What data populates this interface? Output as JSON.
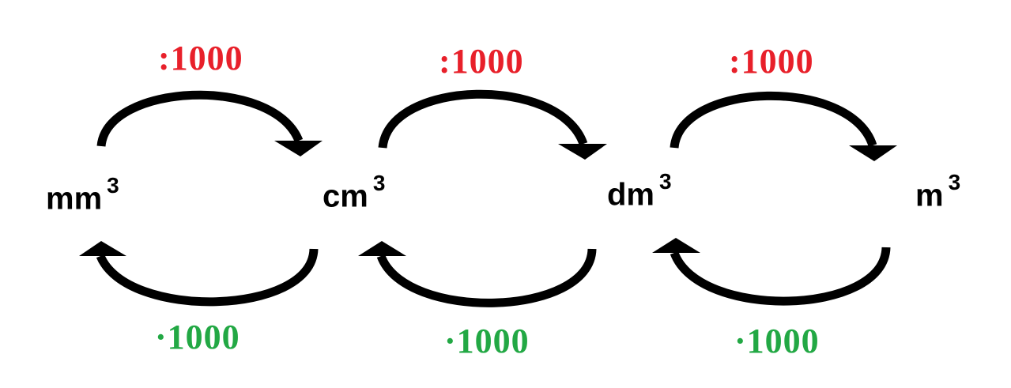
{
  "units": [
    {
      "base": "mm",
      "exp": "3"
    },
    {
      "base": "cm",
      "exp": "3"
    },
    {
      "base": "dm",
      "exp": "3"
    },
    {
      "base": "m",
      "exp": "3"
    }
  ],
  "conversions": [
    {
      "divide": ":1000",
      "multiply": "·1000"
    },
    {
      "divide": ":1000",
      "multiply": "·1000"
    },
    {
      "divide": ":1000",
      "multiply": "·1000"
    }
  ],
  "colors": {
    "divide": "#e8202a",
    "multiply": "#22a844",
    "arrow": "#000000"
  }
}
